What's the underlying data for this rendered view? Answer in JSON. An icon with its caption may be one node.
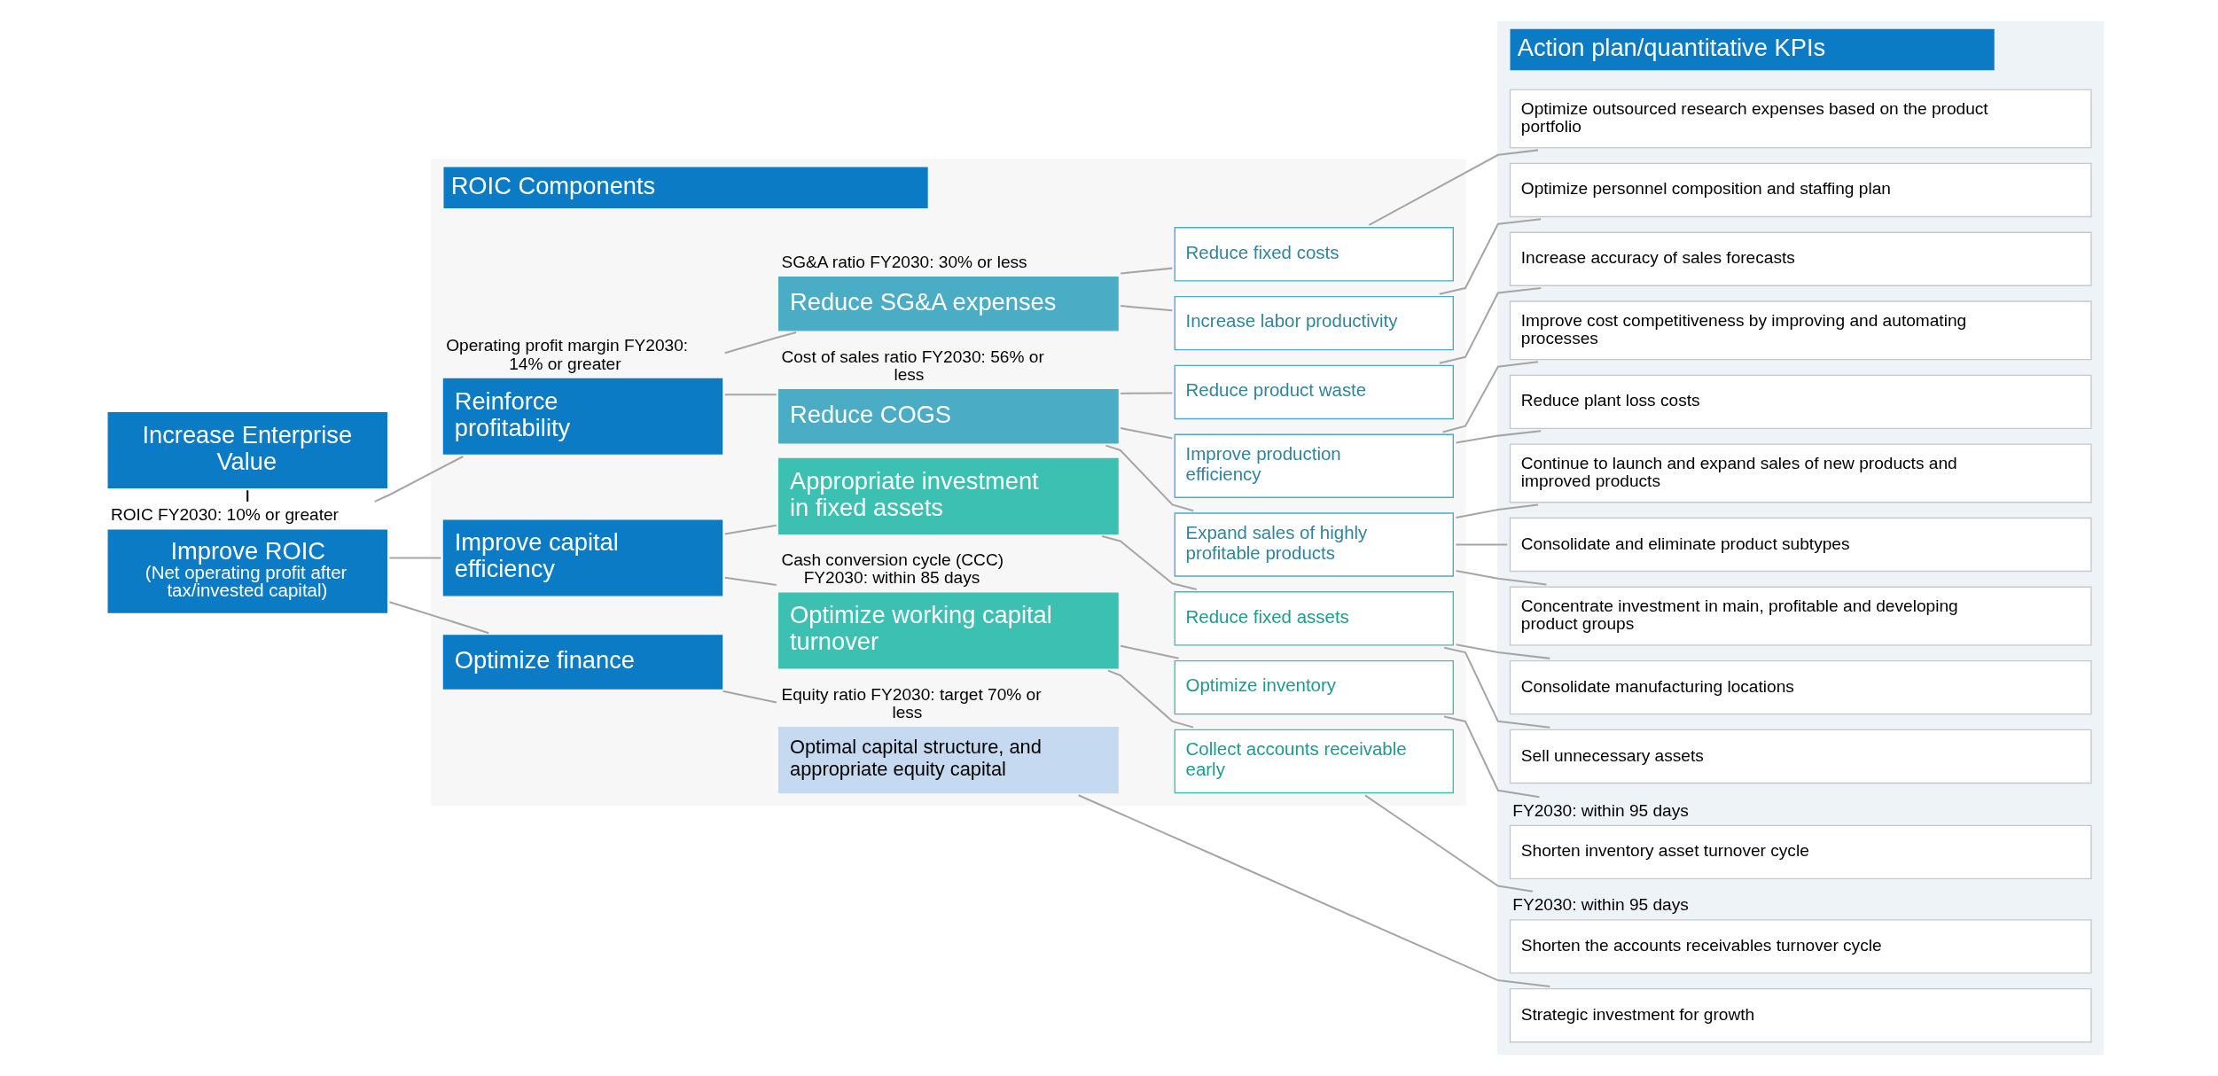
{
  "diagram": {
    "nodes": [
      {
        "text": [
          "ROIC Components"
        ]
      },
      {
        "text": [
          "Action plan/quantitative KPIs"
        ]
      },
      {
        "text": [
          "Increase Enterprise Value"
        ]
      },
      {
        "text": [
          "Improve ROIC",
          "(Net operating profit after tax/invested capital)"
        ],
        "beside": [
          "ROIC FY2030: 10% or greater"
        ]
      },
      {
        "text": [
          "Reinforce profitability"
        ],
        "beside": [
          "Operating profit margin FY2030: 14% or greater"
        ],
        "in": 0
      },
      {
        "text": [
          "Improve capital efficiency"
        ],
        "in": 0
      },
      {
        "text": [
          "Optimize finance"
        ],
        "in": 0
      },
      {
        "text": [
          "Reduce COGS"
        ],
        "beside": [
          "Cost of sales ratio FY2030: 56% or less"
        ],
        "in": 0
      },
      {
        "text": [
          "Reduce SG&A expenses"
        ],
        "beside": [
          "SG&A ratio FY2030: 30% or less"
        ],
        "in": 0
      },
      {
        "text": [
          "Optimize working capital turnover"
        ],
        "beside": [
          "Cash conversion cycle (CCC) FY2030: within 85 days"
        ],
        "in": 0
      },
      {
        "text": [
          "Appropriate investment in fixed assets"
        ],
        "in": 0
      },
      {
        "text": [
          "Optimal capital structure, and appropriate equity capital"
        ],
        "beside": [
          "Equity ratio FY2030: target 70% or less"
        ],
        "in": 0
      },
      {
        "text": [
          "Expand sales of highly profitable products"
        ],
        "in": 0
      },
      {
        "text": [
          "Improve production efficiency"
        ],
        "in": 0
      },
      {
        "text": [
          "Reduce product waste"
        ],
        "in": 0
      },
      {
        "text": [
          "Increase labor productivity"
        ],
        "in": 0
      },
      {
        "text": [
          "Reduce fixed costs"
        ],
        "in": 0
      },
      {
        "text": [
          "Collect accounts receivable early"
        ],
        "in": 0
      },
      {
        "text": [
          "Optimize inventory"
        ],
        "in": 0
      },
      {
        "text": [
          "Reduce fixed assets"
        ],
        "in": 0
      },
      {
        "text": [
          "Concentrate investment in main, profitable and developing product groups"
        ],
        "in": 1
      },
      {
        "text": [
          "Continue to launch and expand sales of new products and improved products"
        ],
        "in": 1
      },
      {
        "text": [
          "Consolidate and eliminate product subtypes"
        ],
        "in": 1
      },
      {
        "text": [
          "Improve cost competitiveness by improving and automating processes"
        ],
        "in": 1
      },
      {
        "text": [
          "Reduce plant loss costs"
        ],
        "in": 1
      },
      {
        "text": [
          "Increase accuracy of sales forecasts"
        ],
        "in": 1
      },
      {
        "text": [
          "Optimize personnel composition and staffing plan"
        ],
        "in": 1
      },
      {
        "text": [
          "Optimize outsourced research expenses based on the product portfolio"
        ],
        "in": 1
      },
      {
        "text": [
          "Shorten the accounts receivables turnover cycle"
        ],
        "beside": [
          "FY2030: within 95 days"
        ],
        "in": 1
      },
      {
        "text": [
          "Shorten inventory asset turnover cycle"
        ],
        "beside": [
          "FY2030: within 95 days"
        ],
        "in": 1
      },
      {
        "text": [
          "Sell unnecessary assets"
        ],
        "in": 1
      },
      {
        "text": [
          "Consolidate manufacturing locations"
        ],
        "in": 1
      },
      {
        "text": [
          "Strategic investment for growth"
        ],
        "in": 1
      }
    ],
    "edges": [
      {
        "from": 2,
        "to": 3,
        "arrow": "none",
        "color": "#000000"
      },
      {
        "from": 3,
        "to": 4,
        "arrow": "none"
      },
      {
        "from": 3,
        "to": 5,
        "arrow": "none"
      },
      {
        "from": 3,
        "to": 6,
        "arrow": "none"
      },
      {
        "from": 4,
        "to": 7,
        "arrow": "none"
      },
      {
        "from": 4,
        "to": 8,
        "arrow": "none"
      },
      {
        "from": 5,
        "to": 9,
        "arrow": "none"
      },
      {
        "from": 5,
        "to": 10,
        "arrow": "none"
      },
      {
        "from": 6,
        "to": 11,
        "arrow": "none"
      },
      {
        "from": 7,
        "to": 12,
        "arrow": "none"
      },
      {
        "from": 7,
        "to": 13,
        "arrow": "none"
      },
      {
        "from": 7,
        "to": 14,
        "arrow": "none"
      },
      {
        "from": 8,
        "to": 15,
        "arrow": "none"
      },
      {
        "from": 8,
        "to": 16,
        "arrow": "none"
      },
      {
        "from": 9,
        "to": 17,
        "arrow": "none"
      },
      {
        "from": 9,
        "to": 18,
        "arrow": "none"
      },
      {
        "from": 10,
        "to": 19,
        "arrow": "none"
      },
      {
        "from": 12,
        "to": 20,
        "arrow": "none"
      },
      {
        "from": 12,
        "to": 21,
        "arrow": "none"
      },
      {
        "from": 12,
        "to": 22,
        "arrow": "none"
      },
      {
        "from": 13,
        "to": 23,
        "arrow": "none"
      },
      {
        "from": 13,
        "to": 24,
        "arrow": "none"
      },
      {
        "from": 14,
        "to": 25,
        "arrow": "none"
      },
      {
        "from": 15,
        "to": 26,
        "arrow": "none"
      },
      {
        "from": 16,
        "to": 27,
        "arrow": "none"
      },
      {
        "from": 17,
        "to": 28,
        "arrow": "none"
      },
      {
        "from": 18,
        "to": 29,
        "arrow": "none"
      },
      {
        "from": 19,
        "to": 30,
        "arrow": "none"
      },
      {
        "from": 19,
        "to": 31,
        "arrow": "none"
      },
      {
        "from": 11,
        "to": 32,
        "arrow": "none"
      }
    ]
  }
}
